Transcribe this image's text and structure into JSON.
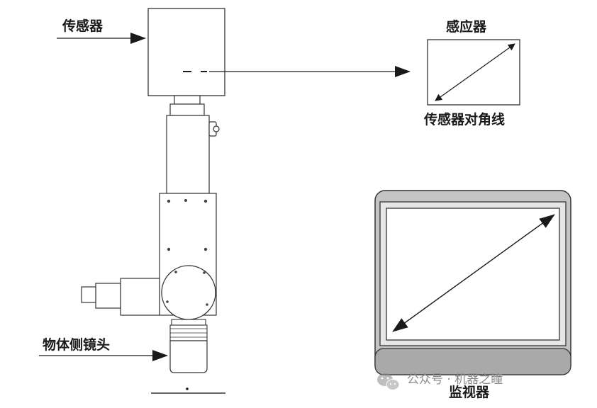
{
  "labels": {
    "sensor": "传感器",
    "sensor_chip": "感应器",
    "sensor_diagonal": "传感器对角线",
    "object_lens": "物体侧镜头",
    "monitor": "监视器"
  },
  "watermark": {
    "text": "公众号 · 机器之瞳",
    "icon": "wechat-icon"
  },
  "colors": {
    "line": "#1a1a1a",
    "device_stroke": "#333333",
    "monitor_bezel": "#c4c4c4",
    "monitor_base": "#a9a9a9",
    "watermark": "#8a8a8a"
  }
}
